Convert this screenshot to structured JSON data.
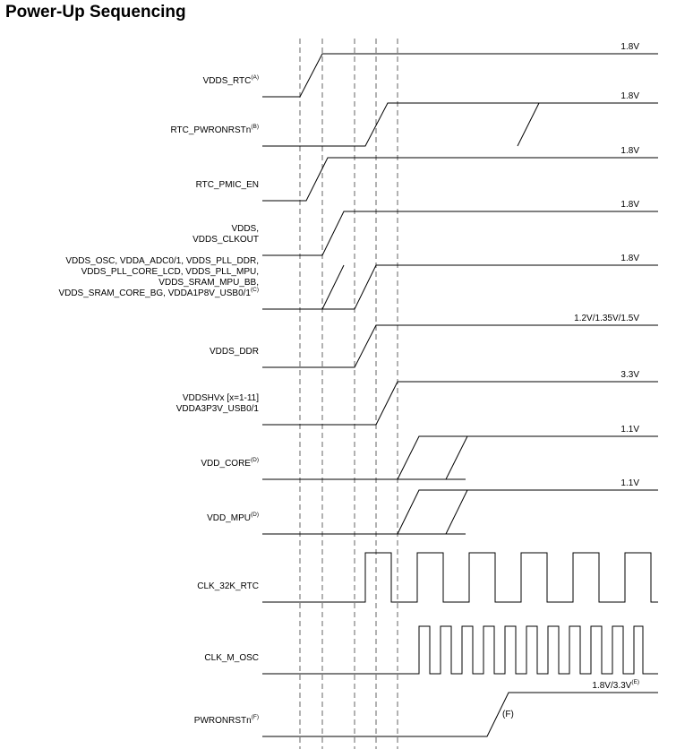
{
  "title": "Power-Up Sequencing",
  "signals": [
    {
      "id": "vdds-rtc",
      "label": [
        "VDDS_RTC"
      ],
      "note": "(A)",
      "level": "1.8V"
    },
    {
      "id": "rtc-pwronrstn",
      "label": [
        "RTC_PWRONRSTn"
      ],
      "note": "(B)",
      "level": "1.8V"
    },
    {
      "id": "rtc-pmic-en",
      "label": [
        "RTC_PMIC_EN"
      ],
      "note": "",
      "level": "1.8V"
    },
    {
      "id": "vdds",
      "label": [
        "VDDS,",
        "VDDS_CLKOUT"
      ],
      "note": "",
      "level": "1.8V"
    },
    {
      "id": "vdds-osc-group",
      "label": [
        "VDDS_OSC, VDDA_ADC0/1, VDDS_PLL_DDR,",
        "VDDS_PLL_CORE_LCD, VDDS_PLL_MPU,",
        "VDDS_SRAM_MPU_BB,",
        "VDDS_SRAM_CORE_BG, VDDA1P8V_USB0/1"
      ],
      "note": "(C)",
      "level": "1.8V"
    },
    {
      "id": "vdds-ddr",
      "label": [
        "VDDS_DDR"
      ],
      "note": "",
      "level": "1.2V/1.35V/1.5V"
    },
    {
      "id": "vddshvx",
      "label": [
        "VDDSHVx [x=1-11]",
        "VDDA3P3V_USB0/1"
      ],
      "note": "",
      "level": "3.3V"
    },
    {
      "id": "vdd-core",
      "label": [
        "VDD_CORE"
      ],
      "note": "(D)",
      "level": "1.1V"
    },
    {
      "id": "vdd-mpu",
      "label": [
        "VDD_MPU"
      ],
      "note": "(D)",
      "level": "1.1V"
    },
    {
      "id": "clk-32k-rtc",
      "label": [
        "CLK_32K_RTC"
      ],
      "note": "",
      "level": ""
    },
    {
      "id": "clk-m-osc",
      "label": [
        "CLK_M_OSC"
      ],
      "note": "",
      "level": ""
    },
    {
      "id": "pwronrstn",
      "label": [
        "PWRONRSTn"
      ],
      "note": "(F)",
      "level": "1.8V/3.3V",
      "level_note": "(E)"
    }
  ]
}
